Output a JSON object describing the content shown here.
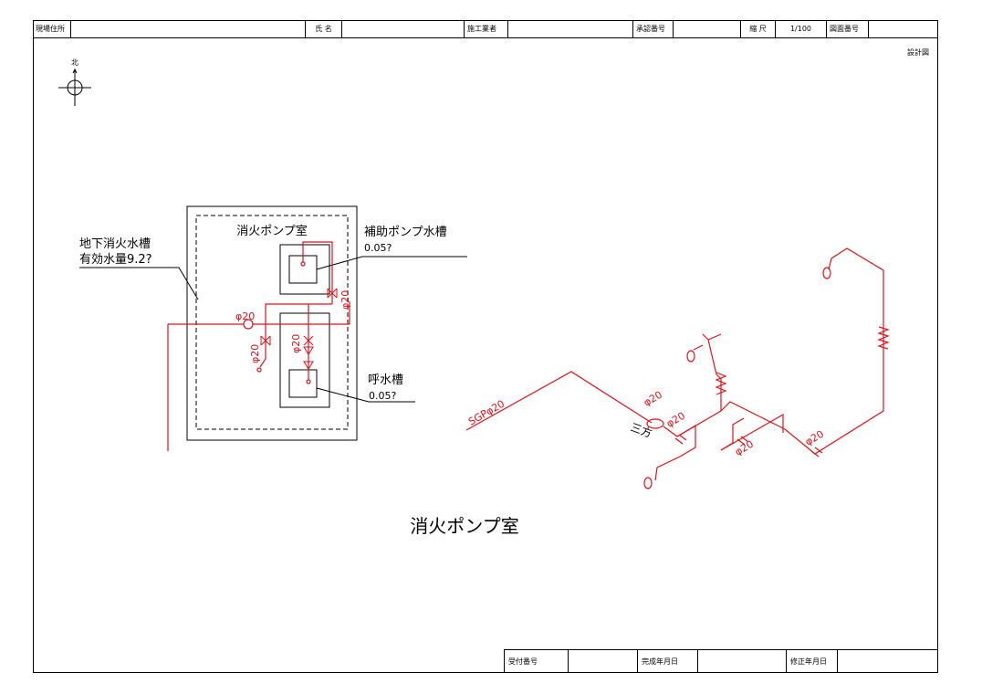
{
  "title_block": {
    "site_address_label": "現場住所",
    "name_label": "氏 名",
    "contractor_label": "施工業者",
    "approval_no_label": "承認番号",
    "scale_label": "縮 尺",
    "scale_value": "1/100",
    "drawing_no_label": "図面番号",
    "sheet_kind": "設計図"
  },
  "bottom_block": {
    "receipt_no_label": "受付番号",
    "completion_date_label": "完成年月日",
    "revision_date_label": "修正年月日"
  },
  "north_label": "北",
  "plan": {
    "room_label": "消火ポンプ室",
    "aux_tank_label": "補助ポンプ水槽",
    "aux_tank_capacity": "0.05?",
    "underground_tank_label": "地下消火水槽",
    "effective_volume_label": "有効水量9.2?",
    "priming_tank_label": "呼水槽",
    "priming_tank_capacity": "0.05?",
    "pipe_labels": [
      "φ20",
      "φ20",
      "φ20",
      "φ20"
    ]
  },
  "isometric": {
    "main_pipe_label": "SGPφ20",
    "tee_label": "三方",
    "pipe_labels": [
      "φ20",
      "φ20",
      "φ20",
      "φ20"
    ]
  },
  "drawing_title": "消火ポンプ室",
  "colors": {
    "pipe": "#e0121a",
    "line": "#000000"
  }
}
